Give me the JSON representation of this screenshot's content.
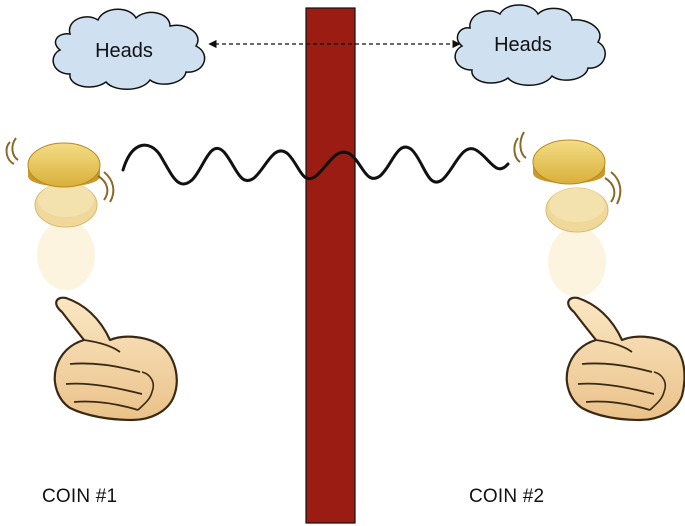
{
  "clouds": {
    "left_text": "Heads",
    "right_text": "Heads"
  },
  "labels": {
    "coin1": "COIN #1",
    "coin2": "COIN #2"
  },
  "colors": {
    "barrier": "#9b1c12",
    "cloud_fill": "#cfe0f1",
    "coin_gold": "#e3c04d",
    "hand_skin": "#f5d9a8"
  },
  "icons": [
    "cloud",
    "flipping-coin",
    "thumbs-up-hand",
    "wavy-line",
    "double-arrow"
  ]
}
